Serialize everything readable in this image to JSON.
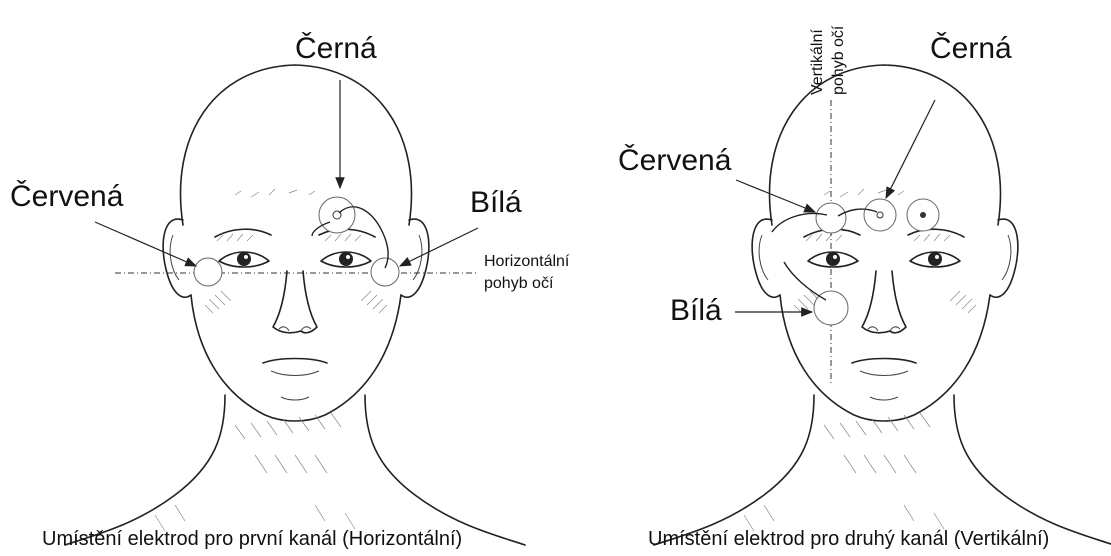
{
  "left_panel": {
    "label_black": "Černá",
    "label_red": "Červená",
    "label_white": "Bílá",
    "movement_line1": "Horizontální",
    "movement_line2": "pohyb očí",
    "caption": "Umístění elektrod pro první kanál (Horizontální)"
  },
  "right_panel": {
    "label_black": "Černá",
    "label_red": "Červená",
    "label_white": "Bílá",
    "movement_line1": "Vertikální",
    "movement_line2": "pohyb očí",
    "caption": "Umístění elektrod pro druhý kanál (Vertikální)"
  }
}
